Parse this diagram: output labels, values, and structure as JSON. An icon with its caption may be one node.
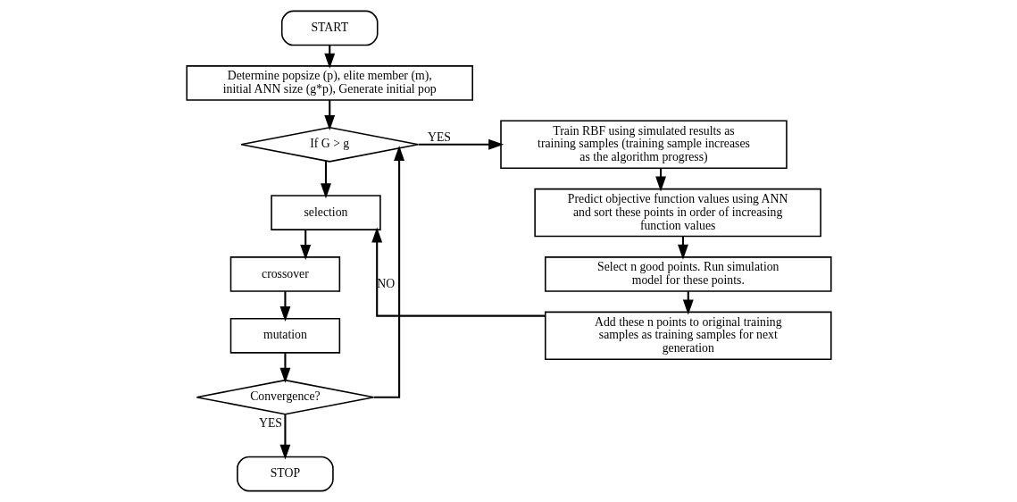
{
  "diagram": {
    "nodes": [
      {
        "text": [
          "START"
        ]
      },
      {
        "text": [
          "Determine popsize (p), elite member (m), initial ANN size (g*p), Generate initial pop"
        ]
      },
      {
        "text": [
          "If G > g"
        ]
      },
      {
        "text": [
          "selection"
        ]
      },
      {
        "text": [
          "crossover"
        ]
      },
      {
        "text": [
          "mutation"
        ]
      },
      {
        "text": [
          "Convergence?"
        ]
      },
      {
        "text": [
          "STOP"
        ]
      },
      {
        "text": [
          "Train RBF using simulated results as training samples (training sample increases as the algorithm progress)"
        ]
      },
      {
        "text": [
          "Predict objective function values using ANN and sort these points in order of increasing function values"
        ]
      },
      {
        "text": [
          "Select n good points. Run simulation model for these points."
        ]
      },
      {
        "text": [
          "Add these n points to original training samples as training samples for next generation"
        ]
      }
    ],
    "edges": [
      {
        "from": 0,
        "to": 1,
        "arrow": "to"
      },
      {
        "from": 1,
        "to": 2,
        "arrow": "to"
      },
      {
        "from": 2,
        "to": 3,
        "arrow": "to"
      },
      {
        "from": 3,
        "to": 4,
        "arrow": "to"
      },
      {
        "from": 4,
        "to": 5,
        "arrow": "to"
      },
      {
        "from": 5,
        "to": 6,
        "arrow": "to"
      },
      {
        "from": 6,
        "to": 7,
        "label": "YES",
        "arrow": "to"
      },
      {
        "from": 6,
        "to": 2,
        "label": "NO",
        "arrow": "to"
      },
      {
        "from": 2,
        "to": 8,
        "label": "YES",
        "arrow": "to"
      },
      {
        "from": 8,
        "to": 9,
        "arrow": "to"
      },
      {
        "from": 9,
        "to": 10,
        "arrow": "to"
      },
      {
        "from": 10,
        "to": 11,
        "arrow": "to"
      },
      {
        "from": 11,
        "to": 3,
        "arrow": "to"
      }
    ]
  }
}
